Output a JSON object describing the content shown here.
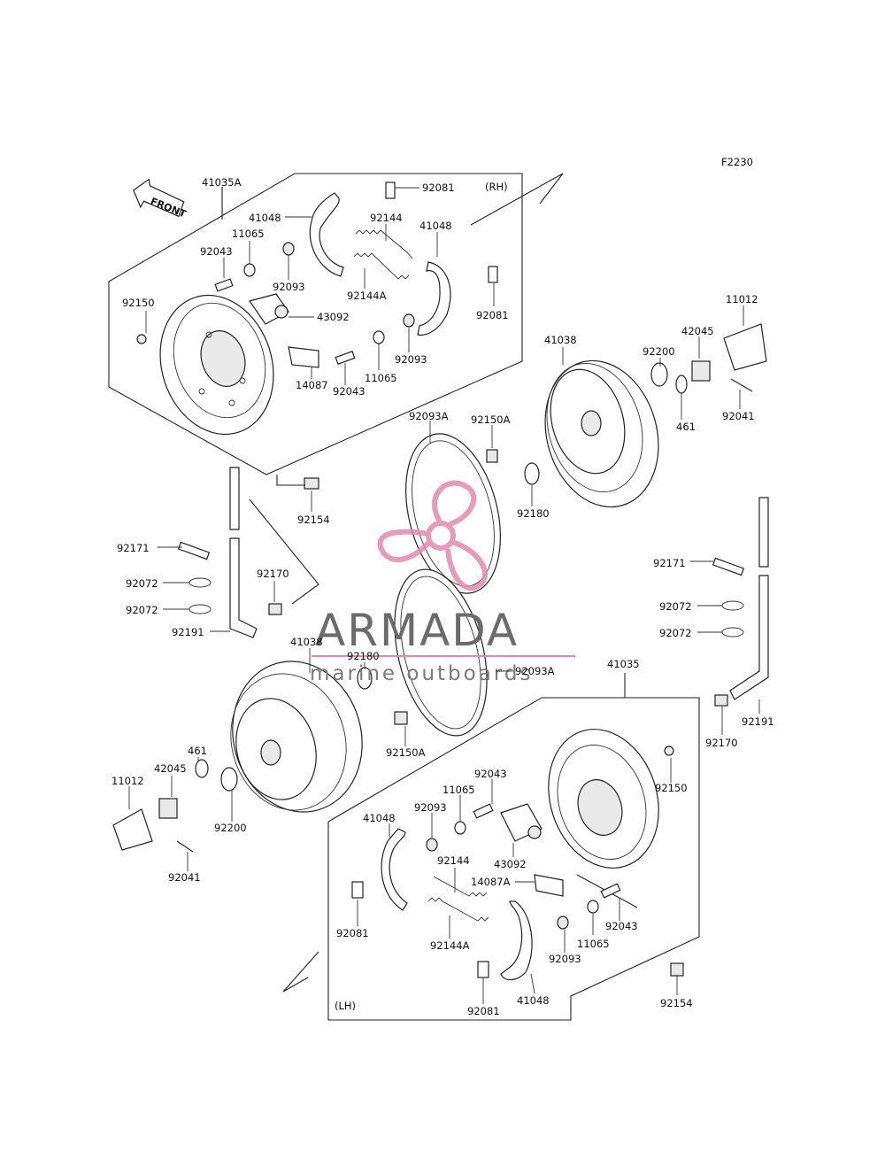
{
  "figure_code": "F2230",
  "front_label": "FRONT",
  "side_rh": "(RH)",
  "side_lh": "(LH)",
  "watermark": {
    "name": "ARMADA",
    "tagline": "marine outboards",
    "accent": "#e389b0"
  },
  "labels": {
    "p41035A": "41035A",
    "p41048_rh_left": "41048",
    "p92081_rh_top": "92081",
    "p92144_rh": "92144",
    "p41048_rh_right": "41048",
    "p11065_rh_a": "11065",
    "p92043_rh_a": "92043",
    "p92093_rh_a": "92093",
    "p92144A_rh": "92144A",
    "p92081_rh_right": "92081",
    "p92150_rh": "92150",
    "p43092_rh": "43092",
    "p92093_rh_b": "92093",
    "p92043_rh_b": "92043",
    "p11065_rh_b": "11065",
    "p14087": "14087",
    "p41038_rh": "41038",
    "p92200_rh": "92200",
    "p42045_rh": "42045",
    "p11012_rh": "11012",
    "p461_rh": "461",
    "p92041_rh": "92041",
    "p92093A_rh": "92093A",
    "p92150A_rh": "92150A",
    "p92180_rh": "92180",
    "p92154_rh": "92154",
    "p92171_left": "92171",
    "p92072_left_a": "92072",
    "p92072_left_b": "92072",
    "p92170_left": "92170",
    "p92191_left": "92191",
    "p92171_right": "92171",
    "p92072_right_a": "92072",
    "p92072_right_b": "92072",
    "p92191_right": "92191",
    "p92170_right": "92170",
    "p41038_lh": "41038",
    "p92180_lh": "92180",
    "p92093A_lh": "92093A",
    "p41035": "41035",
    "p92150A_lh": "92150A",
    "p461_lh": "461",
    "p42045_lh": "42045",
    "p11012_lh": "11012",
    "p92200_lh": "92200",
    "p92041_lh": "92041",
    "p92150_lh": "92150",
    "p92043_lh_a": "92043",
    "p11065_lh_a": "11065",
    "p92093_lh_a": "92093",
    "p41048_lh_left": "41048",
    "p43092_lh": "43092",
    "p92144_lh": "92144",
    "p14087A": "14087A",
    "p92081_lh_left": "92081",
    "p92144A_lh": "92144A",
    "p92043_lh_b": "92043",
    "p11065_lh_b": "11065",
    "p92093_lh_b": "92093",
    "p92081_lh_bottom": "92081",
    "p41048_lh_bottom": "41048",
    "p92154_lh": "92154"
  }
}
